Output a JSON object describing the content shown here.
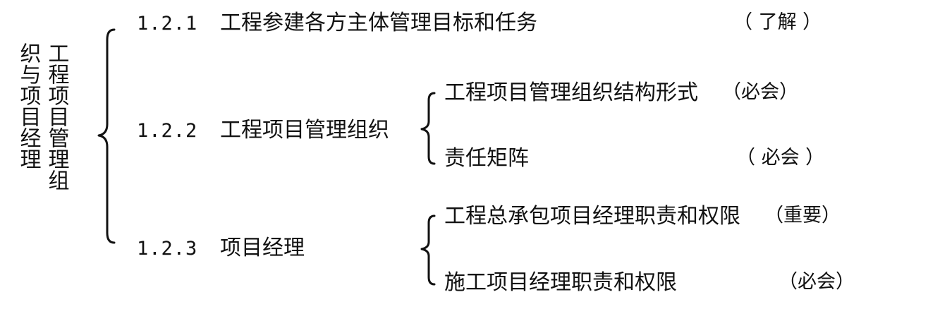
{
  "root": {
    "col1": "工程项目管理组",
    "col2": "织与项目经理"
  },
  "sections": [
    {
      "number": "1.2.1",
      "title": "工程参建各方主体管理目标和任务",
      "tag": "（ 了解 ）"
    },
    {
      "number": "1.2.2",
      "title": "工程项目管理组织",
      "children": [
        {
          "title": "工程项目管理组织结构形式",
          "tag": "（必会）"
        },
        {
          "title": "责任矩阵",
          "tag": "（ 必会 ）"
        }
      ]
    },
    {
      "number": "1.2.3",
      "title": "项目经理",
      "children": [
        {
          "title": "工程总承包项目经理职责和权限",
          "tag": "（重要）"
        },
        {
          "title": "施工项目经理职责和权限",
          "tag": "（必会）"
        }
      ]
    }
  ]
}
